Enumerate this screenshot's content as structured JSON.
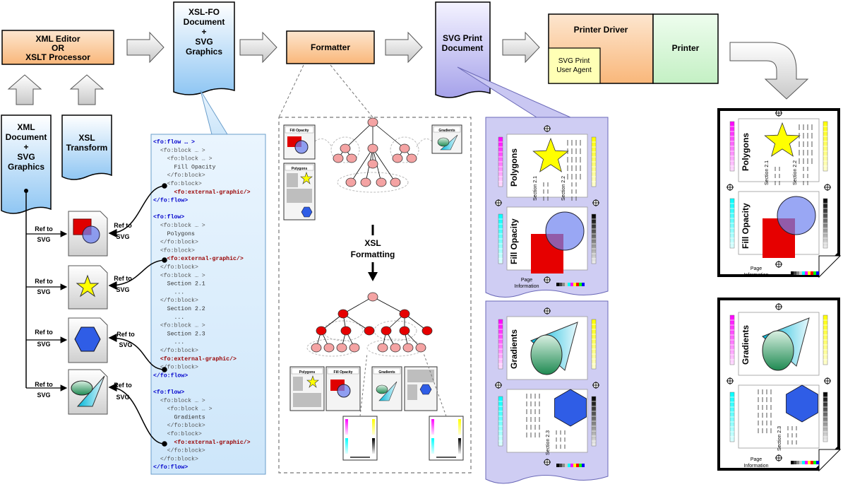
{
  "boxes": {
    "xml_editor": [
      "XML Editor",
      "OR",
      "XSLT Processor"
    ],
    "xslfo_doc": [
      "XSL-FO",
      "Document",
      "+",
      "SVG",
      "Graphics"
    ],
    "formatter": "Formatter",
    "svg_print_doc": [
      "SVG Print",
      "Document"
    ],
    "printer_driver": "Printer Driver",
    "svg_user_agent": [
      "SVG Print",
      "User Agent"
    ],
    "printer": "Printer",
    "xml_doc": [
      "XML",
      "Document",
      "+",
      "SVG",
      "Graphics"
    ],
    "xsl_transform": [
      "XSL",
      "Transform"
    ]
  },
  "refs": {
    "ref_to": "Ref to",
    "svg": "SVG"
  },
  "code_lines": [
    {
      "t": "<fo:flow … >",
      "k": "flow"
    },
    {
      "t": "  <fo:block … >",
      "k": "tag"
    },
    {
      "t": "    <fo:block … >",
      "k": "tag"
    },
    {
      "t": "      Fill Opacity",
      "k": "text"
    },
    {
      "t": "    </fo:block>",
      "k": "tag"
    },
    {
      "t": "    <fo:block>",
      "k": "tag"
    },
    {
      "t": "      <fo:external-graphic/>",
      "k": "ext"
    },
    {
      "t": "</fo:flow>",
      "k": "flow"
    },
    {
      "t": "",
      "k": "text"
    },
    {
      "t": "<fo:flow>",
      "k": "flow"
    },
    {
      "t": "  <fo:block … >",
      "k": "tag"
    },
    {
      "t": "    Polygons",
      "k": "text"
    },
    {
      "t": "  </fo:block>",
      "k": "tag"
    },
    {
      "t": "  <fo:block>",
      "k": "tag"
    },
    {
      "t": "    <fo:external-graphic/>",
      "k": "ext"
    },
    {
      "t": "  </fo:block>",
      "k": "tag"
    },
    {
      "t": "  <fo:block … >",
      "k": "tag"
    },
    {
      "t": "    Section 2.1",
      "k": "text"
    },
    {
      "t": "      ...",
      "k": "text"
    },
    {
      "t": "  </fo:block>",
      "k": "tag"
    },
    {
      "t": "    Section 2.2",
      "k": "text"
    },
    {
      "t": "      ...",
      "k": "text"
    },
    {
      "t": "  <fo:block … >",
      "k": "tag"
    },
    {
      "t": "    Section 2.3",
      "k": "text"
    },
    {
      "t": "      ...",
      "k": "text"
    },
    {
      "t": "  </fo:block>",
      "k": "tag"
    },
    {
      "t": "  <fo:external-graphic/>",
      "k": "ext"
    },
    {
      "t": "  </fo:block>",
      "k": "tag"
    },
    {
      "t": "</fo:flow>",
      "k": "flow"
    },
    {
      "t": "",
      "k": "text"
    },
    {
      "t": "<fo:flow>",
      "k": "flow"
    },
    {
      "t": "  <fo:block … >",
      "k": "tag"
    },
    {
      "t": "    <fo:block … >",
      "k": "tag"
    },
    {
      "t": "      Gradients",
      "k": "text"
    },
    {
      "t": "    </fo:block>",
      "k": "tag"
    },
    {
      "t": "    <fo:block>",
      "k": "tag"
    },
    {
      "t": "      <fo:external-graphic/>",
      "k": "ext"
    },
    {
      "t": "    </fo:block>",
      "k": "tag"
    },
    {
      "t": "  </fo:block>",
      "k": "tag"
    },
    {
      "t": "</fo:flow>",
      "k": "flow"
    }
  ],
  "xsl_formatting": [
    "XSL",
    "Formatting"
  ],
  "thumbs": {
    "fill_opacity": "Fill Opacity",
    "polygons": "Polygons",
    "gradients": "Gradients"
  },
  "pages": {
    "polygons": "Polygons",
    "fill_opacity": "Fill Opacity",
    "gradients": "Gradients",
    "section_2_1": "Section 2.1",
    "section_2_2": "Section 2.2",
    "section_2_3": "Section 2.3",
    "page_information": [
      "Page",
      "Information"
    ]
  },
  "colors": {
    "orange_box": "#fbc493",
    "blue_doc": "#c8e4fb",
    "purple_doc": "#c9c7f2",
    "printer_green": "#d3f5d3",
    "user_agent_yellow": "#ffffb5",
    "code_bg": "#d6ebfb",
    "node_light": "#f4a3a3",
    "node_dark": "#e60000",
    "code_flow": "#0000cc",
    "code_ext": "#990000",
    "code_tag": "#555555"
  }
}
